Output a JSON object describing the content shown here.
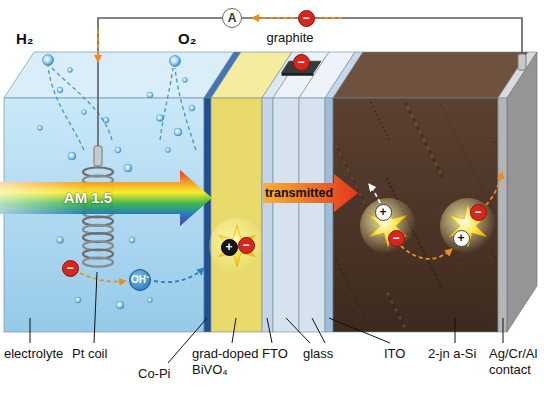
{
  "diagram": {
    "nodes": [
      {
        "text": [
          "A"
        ]
      },
      {
        "text": [
          "−"
        ]
      },
      {
        "text": [
          "−"
        ]
      },
      {
        "text": [
          "+"
        ]
      },
      {
        "text": [
          "−"
        ]
      },
      {
        "text": [
          "+"
        ]
      },
      {
        "text": [
          "−"
        ]
      },
      {
        "text": [
          "−"
        ]
      },
      {
        "text": [
          "+"
        ]
      },
      {
        "text": [
          "−"
        ]
      },
      {
        "text": [
          "OH⁻"
        ]
      }
    ],
    "labels": [
      "H₂",
      "O₂",
      "graphite",
      "AM 1.5",
      "transmitted",
      "electrolyte",
      "Pt coil",
      "Co-Pi",
      "grad-doped BiVO₄",
      "FTO",
      "glass",
      "ITO",
      "2-jn a-Si",
      "Ag/Cr/Al contact"
    ]
  }
}
